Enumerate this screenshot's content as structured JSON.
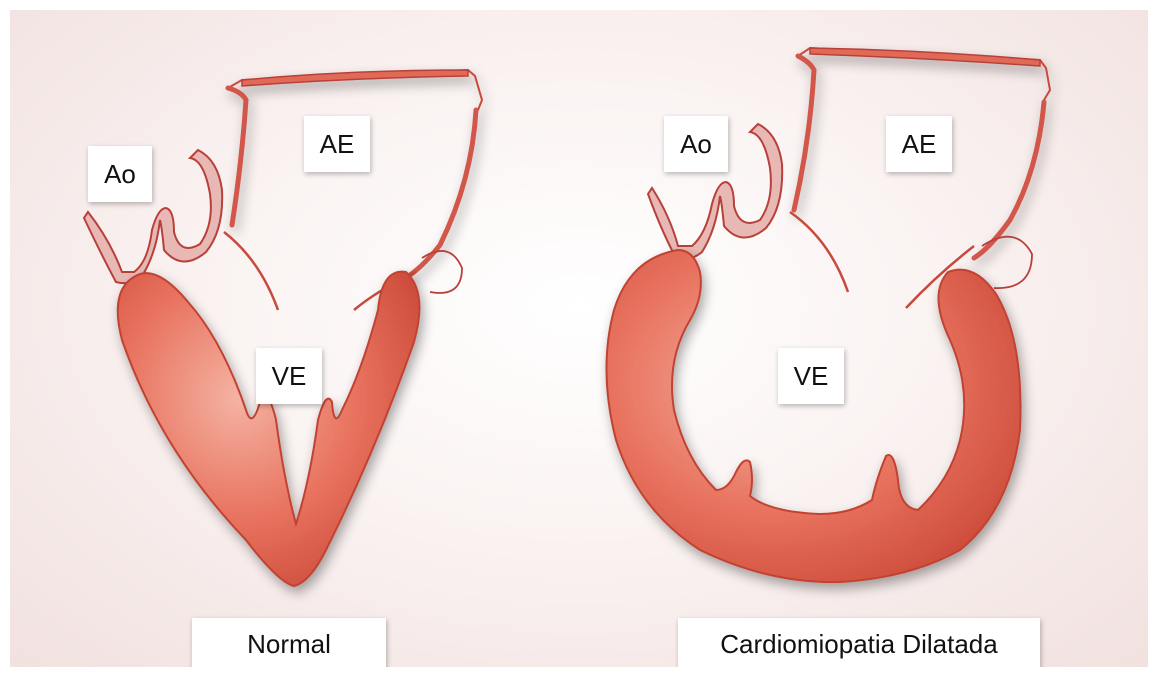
{
  "diagrams": [
    {
      "caption": "Normal",
      "labels": {
        "aorta": "Ao",
        "left_atrium": "AE",
        "left_ventricle": "VE"
      }
    },
    {
      "caption": "Cardiomiopatia Dilatada",
      "labels": {
        "aorta": "Ao",
        "left_atrium": "AE",
        "left_ventricle": "VE"
      }
    }
  ],
  "colors": {
    "myocardium": "#e0604f",
    "myocardium_light": "#f2a394",
    "myocardium_dark": "#c94535",
    "aorta_fill": "#e8b8b4",
    "outline": "#b8403a",
    "background": "#f6ebe9"
  }
}
